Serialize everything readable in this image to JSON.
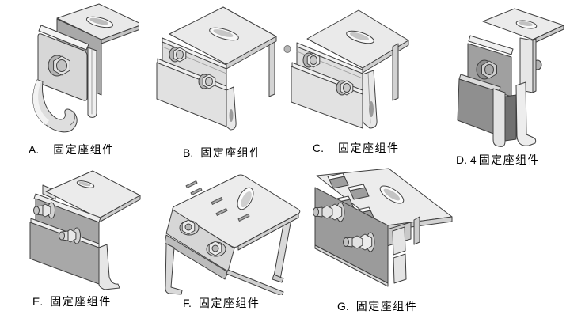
{
  "figure": {
    "type": "technical-illustration",
    "background": "#ffffff",
    "palette": {
      "outline": "#3f3f3f",
      "metal_lightest": "#f4f4f4",
      "metal_light": "#ececec",
      "metal_mid": "#c8c8c8",
      "metal_dark": "#9b9b9b",
      "metal_darkest": "#707070"
    }
  },
  "parts": [
    {
      "id": "A",
      "letter": "A.",
      "name": "固定座组件"
    },
    {
      "id": "B",
      "letter": "B.",
      "name": "固定座组件"
    },
    {
      "id": "C",
      "letter": "C.",
      "name": "固定座组件"
    },
    {
      "id": "D",
      "letter": "D. 4",
      "name": "固定座组件"
    },
    {
      "id": "E",
      "letter": "E.",
      "name": "固定座组件"
    },
    {
      "id": "F",
      "letter": "F.",
      "name": "固定座组件"
    },
    {
      "id": "G",
      "letter": "G.",
      "name": "固定座组件"
    }
  ]
}
